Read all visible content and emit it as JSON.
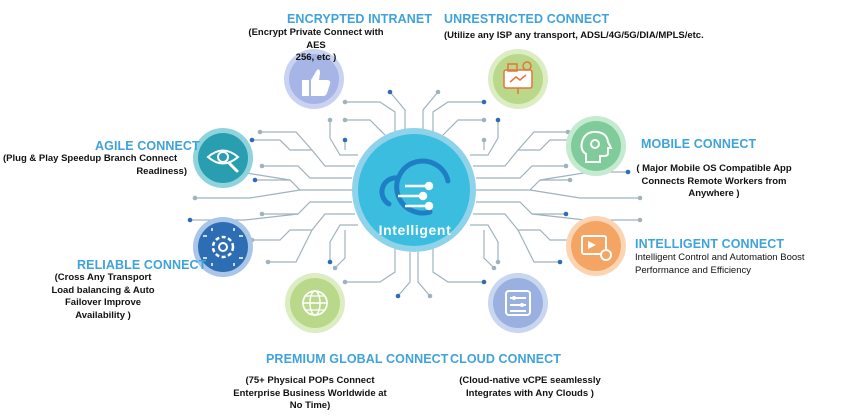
{
  "hub": {
    "label": "Intelligent"
  },
  "colors": {
    "accent": "#3fa3db",
    "hub": "#3bbde0",
    "hub_inner": "#1f7fc4",
    "wire": "#9fb3bd",
    "lavender": "#a7b5e6",
    "green": "#7fcc9a",
    "teal": "#2a9eb1",
    "navy": "#2c6db3",
    "olive": "#b9d88a",
    "orange": "#f4a563",
    "periwinkle": "#9ab0e0"
  },
  "nodes": [
    {
      "id": "encrypted-intranet",
      "icon": "thumbs-up-icon",
      "title": "ENCRYPTED INTRANET",
      "description_lines": [
        "(Encrypt Private Connect with AES",
        "256, etc )"
      ]
    },
    {
      "id": "unrestricted-connect",
      "icon": "desk-monitor-icon",
      "title": "UNRESTRICTED CONNECT",
      "description_lines": [
        "(Utilize any ISP any transport, ADSL/4G/5G/DIA/MPLS/etc."
      ]
    },
    {
      "id": "agile-connect",
      "icon": "eye-magnifier-icon",
      "title": "AGILE CONNECT",
      "description_lines": [
        "(Plug & Play Speedup Branch Connect",
        "Readiness)"
      ]
    },
    {
      "id": "mobile-connect",
      "icon": "head-gears-icon",
      "title": "MOBILE CONNECT",
      "description_lines": [
        "( Major Mobile OS Compatible App",
        "Connects Remote Workers from",
        "Anywhere )"
      ]
    },
    {
      "id": "reliable-connect",
      "icon": "gear-circuit-icon",
      "title": "RELIABLE CONNECT",
      "description_lines": [
        "(Cross Any Transport",
        "Load balancing & Auto",
        "Failover Improve",
        "Availability )"
      ]
    },
    {
      "id": "intelligent-connect",
      "icon": "media-settings-icon",
      "title": "INTELLIGENT CONNECT",
      "description_lines": [
        "Intelligent Control and Automation Boost",
        "Performance and Efficiency"
      ]
    },
    {
      "id": "premium-global-connect",
      "icon": "globe-icon",
      "title": "PREMIUM GLOBAL CONNECT",
      "description_lines": [
        "(75+ Physical POPs Connect",
        "Enterprise Business Worldwide at",
        "No Time)"
      ]
    },
    {
      "id": "cloud-connect",
      "icon": "slider-panel-icon",
      "title": "CLOUD CONNECT",
      "description_lines": [
        "(Cloud-native vCPE seamlessly",
        "Integrates with Any Clouds )"
      ]
    }
  ]
}
